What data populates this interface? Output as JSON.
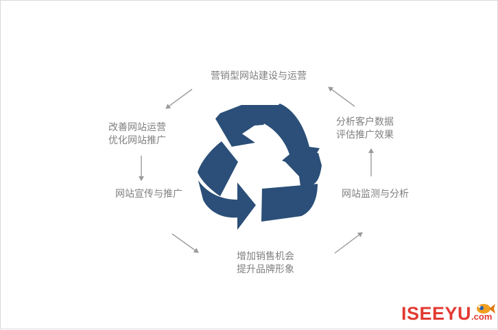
{
  "diagram": {
    "top": "营销型网站建设与运营",
    "left_upper_line1": "改善网站运营",
    "left_upper_line2": "优化网站推广",
    "left_middle": "网站宣传与推广",
    "bottom_line1": "增加销售机会",
    "bottom_line2": "提升品牌形象",
    "right_middle": "网站监测与分析",
    "right_upper_line1": "分析客户数据",
    "right_upper_line2": "评估推广效果"
  },
  "logo": {
    "main": "ISEEYU",
    "suffix": ".com"
  },
  "colors": {
    "recycle": "#2b4f78",
    "text": "#7f7f7f",
    "arrow": "#9a9a9a",
    "logo": "#e23a32"
  },
  "icons": {
    "center": "recycle-icon",
    "logo_mascot": "fish-icon"
  }
}
